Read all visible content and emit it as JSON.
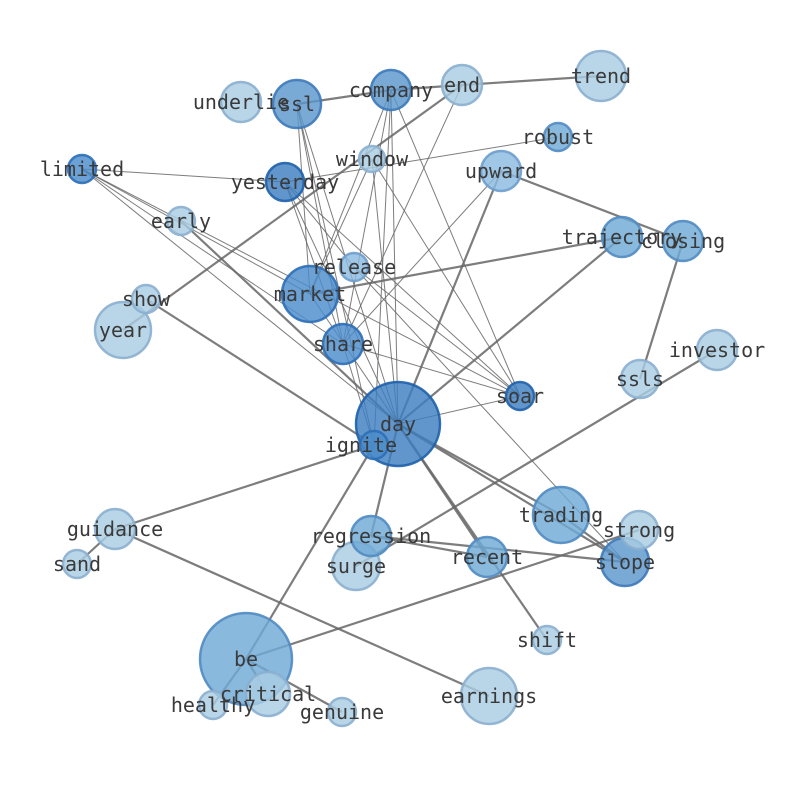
{
  "graph": {
    "nodes": [
      {
        "id": "day",
        "label": "day",
        "size": "xl",
        "color": "#3d7fbf"
      },
      {
        "id": "ignite",
        "label": "ignite",
        "size": "m",
        "color": "#4a8ccb"
      },
      {
        "id": "be",
        "label": "be",
        "size": "xxl",
        "color": "#6fa9d6"
      },
      {
        "id": "market",
        "label": "market",
        "size": "l",
        "color": "#4a8ccb"
      },
      {
        "id": "share",
        "label": "share",
        "size": "m",
        "color": "#4a8ccb"
      },
      {
        "id": "ssl",
        "label": "ssl",
        "size": "m",
        "color": "#5b97cd"
      },
      {
        "id": "company",
        "label": "company",
        "size": "s",
        "color": "#5b97cd"
      },
      {
        "id": "end",
        "label": "end",
        "size": "s",
        "color": "#a9cde3"
      },
      {
        "id": "trend",
        "label": "trend",
        "size": "m",
        "color": "#a9cde3"
      },
      {
        "id": "underlie",
        "label": "underlie",
        "size": "s",
        "color": "#a9cde3"
      },
      {
        "id": "robust",
        "label": "robust",
        "size": "xs",
        "color": "#6fa9d6"
      },
      {
        "id": "window",
        "label": "window",
        "size": "xs",
        "color": "#a9cde3"
      },
      {
        "id": "upward",
        "label": "upward",
        "size": "s",
        "color": "#8bbbe0"
      },
      {
        "id": "limited",
        "label": "limited",
        "size": "xs",
        "color": "#4a8ccb"
      },
      {
        "id": "yesterday",
        "label": "yesterday",
        "size": "s",
        "color": "#3d7fbf"
      },
      {
        "id": "early",
        "label": "early",
        "size": "xs",
        "color": "#a9cde3"
      },
      {
        "id": "trajectory",
        "label": "trajectory",
        "size": "s",
        "color": "#6fa9d6"
      },
      {
        "id": "closing",
        "label": "closing",
        "size": "s",
        "color": "#6fa9d6"
      },
      {
        "id": "release",
        "label": "release",
        "size": "xs",
        "color": "#8bbbe0"
      },
      {
        "id": "show",
        "label": "show",
        "size": "xs",
        "color": "#a9cde3"
      },
      {
        "id": "year",
        "label": "year",
        "size": "m",
        "color": "#a9cde3"
      },
      {
        "id": "investor",
        "label": "investor",
        "size": "s",
        "color": "#a9cde3"
      },
      {
        "id": "ssls",
        "label": "ssls",
        "size": "s",
        "color": "#a9cde3"
      },
      {
        "id": "soar",
        "label": "soar",
        "size": "xs",
        "color": "#3d7fbf"
      },
      {
        "id": "guidance",
        "label": "guidance",
        "size": "s",
        "color": "#a9cde3"
      },
      {
        "id": "sand",
        "label": "sand",
        "size": "xs",
        "color": "#a9cde3"
      },
      {
        "id": "trading",
        "label": "trading",
        "size": "l",
        "color": "#6fa9d6"
      },
      {
        "id": "strong",
        "label": "strong",
        "size": "s",
        "color": "#a9cde3"
      },
      {
        "id": "regression",
        "label": "regression",
        "size": "s",
        "color": "#6fa9d6"
      },
      {
        "id": "surge",
        "label": "surge",
        "size": "m",
        "color": "#a9cde3"
      },
      {
        "id": "recent",
        "label": "recent",
        "size": "s",
        "color": "#6fa9d6"
      },
      {
        "id": "slope",
        "label": "slope",
        "size": "m",
        "color": "#5b97cd"
      },
      {
        "id": "shift",
        "label": "shift",
        "size": "xs",
        "color": "#a9cde3"
      },
      {
        "id": "critical",
        "label": "critical",
        "size": "m",
        "color": "#a9cde3"
      },
      {
        "id": "healthy",
        "label": "healthy",
        "size": "xs",
        "color": "#a9cde3"
      },
      {
        "id": "genuine",
        "label": "genuine",
        "size": "xs",
        "color": "#a9cde3"
      },
      {
        "id": "earnings",
        "label": "earnings",
        "size": "l",
        "color": "#a9cde3"
      }
    ],
    "edges": [
      {
        "source": "day",
        "target": "trading",
        "weight": "heavy"
      },
      {
        "source": "day",
        "target": "slope",
        "weight": "heavy"
      },
      {
        "source": "day",
        "target": "recent",
        "weight": "heavy"
      },
      {
        "source": "day",
        "target": "shift",
        "weight": "heavy"
      },
      {
        "source": "day",
        "target": "upward",
        "weight": "heavy"
      },
      {
        "source": "day",
        "target": "trajectory",
        "weight": "heavy"
      },
      {
        "source": "day",
        "target": "regression",
        "weight": "heavy"
      },
      {
        "source": "day",
        "target": "company",
        "weight": "light"
      },
      {
        "source": "day",
        "target": "ssl",
        "weight": "light"
      },
      {
        "source": "day",
        "target": "window",
        "weight": "light"
      },
      {
        "source": "day",
        "target": "yesterday",
        "weight": "light"
      },
      {
        "source": "day",
        "target": "limited",
        "weight": "light"
      },
      {
        "source": "day",
        "target": "market",
        "weight": "light"
      },
      {
        "source": "day",
        "target": "soar",
        "weight": "light"
      },
      {
        "source": "day",
        "target": "early",
        "weight": "heavy"
      },
      {
        "source": "ignite",
        "target": "show",
        "weight": "heavy"
      },
      {
        "source": "ignite",
        "target": "guidance",
        "weight": "heavy"
      },
      {
        "source": "ignite",
        "target": "be",
        "weight": "heavy"
      },
      {
        "source": "ignite",
        "target": "ssl",
        "weight": "light"
      },
      {
        "source": "ignite",
        "target": "company",
        "weight": "light"
      },
      {
        "source": "ignite",
        "target": "share",
        "weight": "light"
      },
      {
        "source": "be",
        "target": "strong",
        "weight": "heavy"
      },
      {
        "source": "be",
        "target": "critical",
        "weight": "heavy"
      },
      {
        "source": "be",
        "target": "healthy",
        "weight": "heavy"
      },
      {
        "source": "be",
        "target": "genuine",
        "weight": "heavy"
      },
      {
        "source": "guidance",
        "target": "earnings",
        "weight": "heavy"
      },
      {
        "source": "guidance",
        "target": "sand",
        "weight": "heavy"
      },
      {
        "source": "market",
        "target": "trajectory",
        "weight": "heavy"
      },
      {
        "source": "market",
        "target": "limited",
        "weight": "light"
      },
      {
        "source": "market",
        "target": "company",
        "weight": "light"
      },
      {
        "source": "market",
        "target": "ssl",
        "weight": "light"
      },
      {
        "source": "market",
        "target": "window",
        "weight": "light"
      },
      {
        "source": "share",
        "target": "ssl",
        "weight": "light"
      },
      {
        "source": "share",
        "target": "yesterday",
        "weight": "light"
      },
      {
        "source": "share",
        "target": "company",
        "weight": "light"
      },
      {
        "source": "share",
        "target": "end",
        "weight": "light"
      },
      {
        "source": "share",
        "target": "soar",
        "weight": "light"
      },
      {
        "source": "share",
        "target": "limited",
        "weight": "light"
      },
      {
        "source": "share",
        "target": "upward",
        "weight": "light"
      },
      {
        "source": "company",
        "target": "end",
        "weight": "heavy"
      },
      {
        "source": "company",
        "target": "soar",
        "weight": "light"
      },
      {
        "source": "company",
        "target": "ssl",
        "weight": "heavy"
      },
      {
        "source": "end",
        "target": "trend",
        "weight": "heavy"
      },
      {
        "source": "end",
        "target": "year",
        "weight": "heavy"
      },
      {
        "source": "limited",
        "target": "yesterday",
        "weight": "light"
      },
      {
        "source": "limited",
        "target": "soar",
        "weight": "light"
      },
      {
        "source": "yesterday",
        "target": "robust",
        "weight": "light"
      },
      {
        "source": "yesterday",
        "target": "soar",
        "weight": "light"
      },
      {
        "source": "yesterday",
        "target": "release",
        "weight": "light"
      },
      {
        "source": "release",
        "target": "soar",
        "weight": "light"
      },
      {
        "source": "release",
        "target": "slope",
        "weight": "light"
      },
      {
        "source": "upward",
        "target": "closing",
        "weight": "heavy"
      },
      {
        "source": "closing",
        "target": "ssls",
        "weight": "heavy"
      },
      {
        "source": "regression",
        "target": "slope",
        "weight": "heavy"
      },
      {
        "source": "regression",
        "target": "recent",
        "weight": "heavy"
      },
      {
        "source": "surge",
        "target": "investor",
        "weight": "heavy"
      },
      {
        "source": "trading",
        "target": "slope",
        "weight": "heavy"
      },
      {
        "source": "window",
        "target": "soar",
        "weight": "light"
      }
    ]
  }
}
